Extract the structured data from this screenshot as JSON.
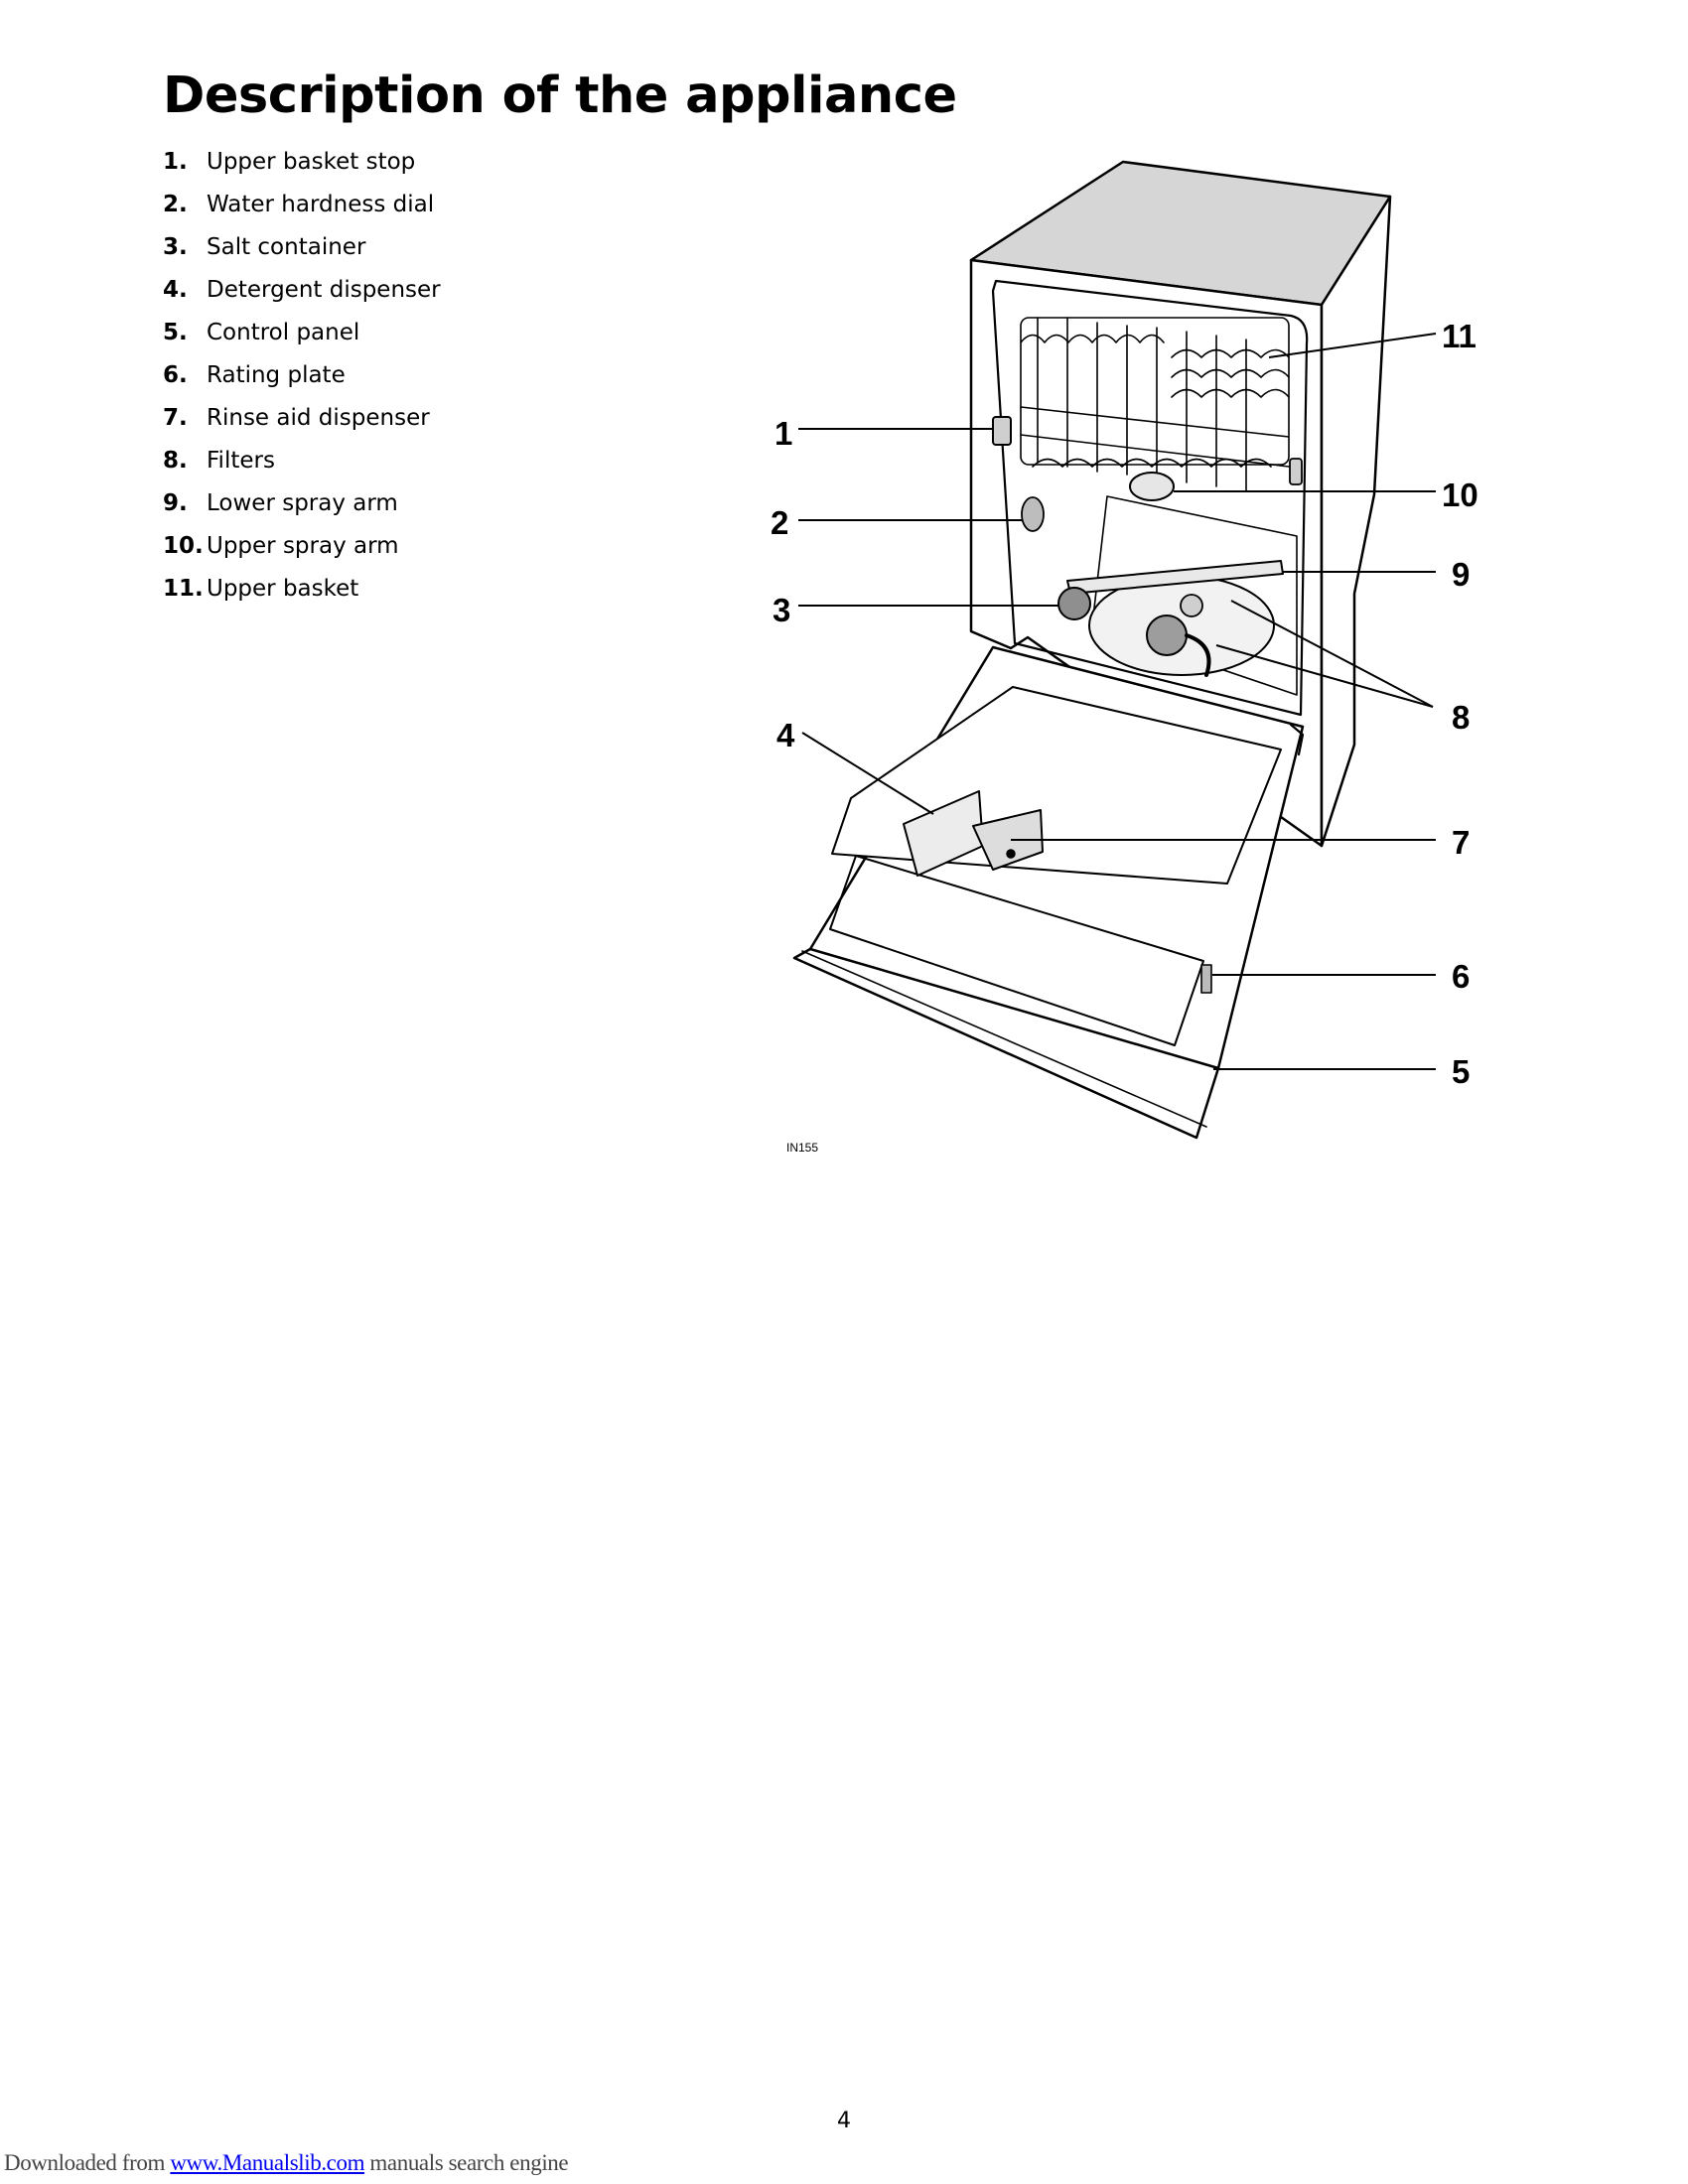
{
  "page": {
    "title": "Description of the appliance",
    "page_number": "4"
  },
  "parts": [
    {
      "num": "1.",
      "label": "Upper basket stop"
    },
    {
      "num": "2.",
      "label": "Water hardness dial"
    },
    {
      "num": "3.",
      "label": "Salt container"
    },
    {
      "num": "4.",
      "label": "Detergent dispenser"
    },
    {
      "num": "5.",
      "label": "Control panel"
    },
    {
      "num": "6.",
      "label": "Rating plate"
    },
    {
      "num": "7.",
      "label": "Rinse aid dispenser"
    },
    {
      "num": "8.",
      "label": "Filters"
    },
    {
      "num": "9.",
      "label": "Lower spray arm"
    },
    {
      "num": "10.",
      "label": "Upper spray arm"
    },
    {
      "num": "11.",
      "label": "Upper basket"
    }
  ],
  "diagram": {
    "figure_code": "IN155",
    "callouts": [
      "1",
      "2",
      "3",
      "4",
      "5",
      "6",
      "7",
      "8",
      "9",
      "10",
      "11"
    ]
  },
  "footer": {
    "prefix": "Downloaded from ",
    "link": "www.Manualslib.com",
    "suffix": " manuals search engine"
  }
}
